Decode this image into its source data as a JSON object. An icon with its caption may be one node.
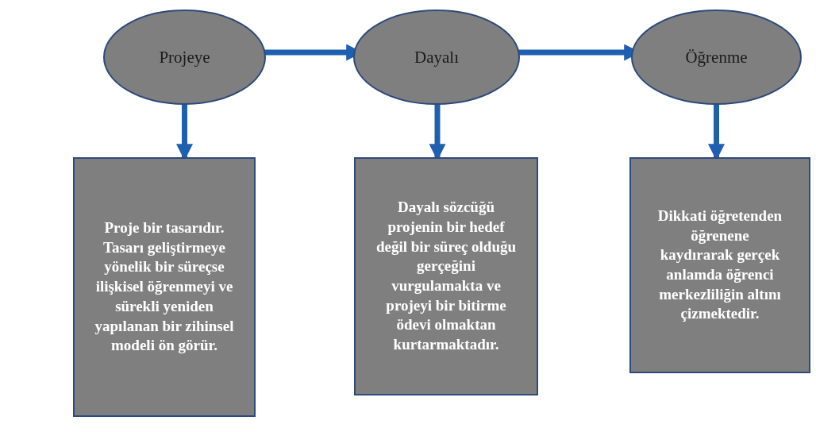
{
  "diagram": {
    "nodes": [
      {
        "text": [
          "Projeye"
        ]
      },
      {
        "text": [
          "Dayalı"
        ]
      },
      {
        "text": [
          "Öğrenme"
        ]
      },
      {
        "text": [
          "Proje bir tasarıdır. Tasarı geliştirmeye yönelik bir süreçse ilişkisel öğrenmeyi ve sürekli yeniden yapılanan bir zihinsel modeli ön görür."
        ]
      },
      {
        "text": [
          "Dayalı sözcüğü projenin bir hedef değil bir süreç olduğu gerçeğini vurgulamakta ve projeyi bir bitirme ödevi olmaktan kurtarmaktadır."
        ]
      },
      {
        "text": [
          "Dikkati öğretenden öğrenene kaydırarak gerçek anlamda öğrenci merkezliliğin altını çizmektedir."
        ]
      }
    ],
    "edges": [
      {
        "from": 0,
        "to": 1,
        "arrow": "to"
      },
      {
        "from": 1,
        "to": 2,
        "arrow": "to"
      },
      {
        "from": 0,
        "to": 3,
        "arrow": "to"
      },
      {
        "from": 1,
        "to": 4,
        "arrow": "to"
      },
      {
        "from": 2,
        "to": 5,
        "arrow": "to"
      }
    ]
  }
}
